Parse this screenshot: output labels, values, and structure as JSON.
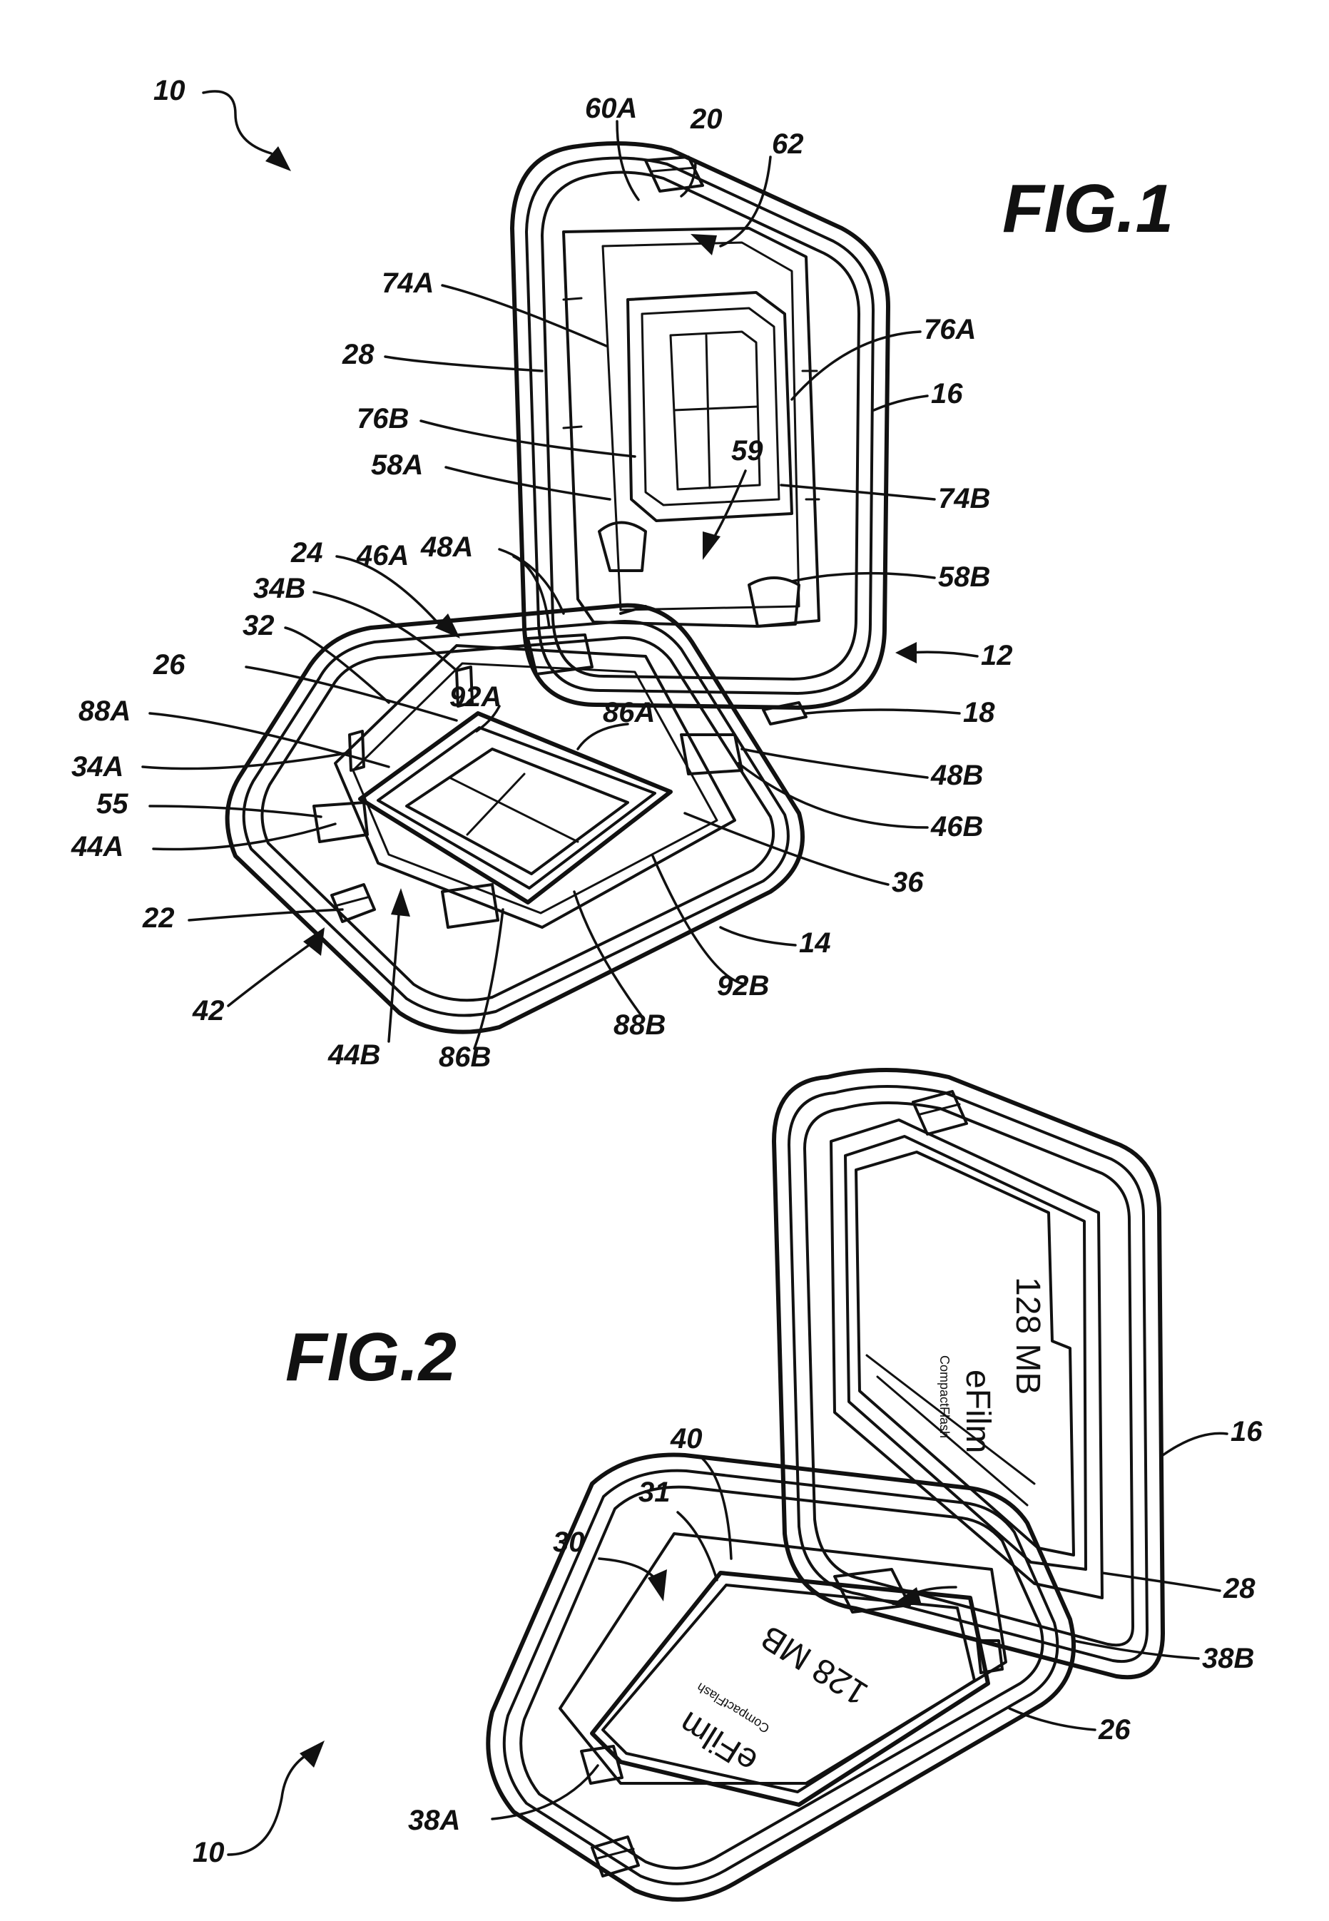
{
  "figure_titles": {
    "fig1": "FIG.1",
    "fig2": "FIG.2"
  },
  "fig1_labels": {
    "ref_10": "10",
    "ref_60A": "60A",
    "ref_20": "20",
    "ref_62": "62",
    "ref_74A": "74A",
    "ref_76A": "76A",
    "ref_28": "28",
    "ref_16": "16",
    "ref_76B": "76B",
    "ref_59": "59",
    "ref_58A": "58A",
    "ref_74B": "74B",
    "ref_48A": "48A",
    "ref_58B": "58B",
    "ref_46A": "46A",
    "ref_24": "24",
    "ref_34B": "34B",
    "ref_12": "12",
    "ref_32": "32",
    "ref_26": "26",
    "ref_92A": "92A",
    "ref_86A": "86A",
    "ref_18": "18",
    "ref_88A": "88A",
    "ref_48B": "48B",
    "ref_34A": "34A",
    "ref_55": "55",
    "ref_46B": "46B",
    "ref_44A": "44A",
    "ref_36": "36",
    "ref_22": "22",
    "ref_14": "14",
    "ref_42": "42",
    "ref_92B": "92B",
    "ref_88B": "88B",
    "ref_44B": "44B",
    "ref_86B": "86B"
  },
  "fig2_labels": {
    "ref_16": "16",
    "ref_40": "40",
    "ref_31": "31",
    "ref_30": "30",
    "ref_28": "28",
    "ref_38B": "38B",
    "ref_26": "26",
    "ref_38A": "38A",
    "ref_10": "10"
  },
  "card_text": {
    "capacity_top": "128 MB",
    "brand_top": "eFilm",
    "type_top": "CompactFlash",
    "capacity_bottom": "128 MB",
    "brand_bottom": "eFilm",
    "type_bottom": "CompactFlash"
  }
}
